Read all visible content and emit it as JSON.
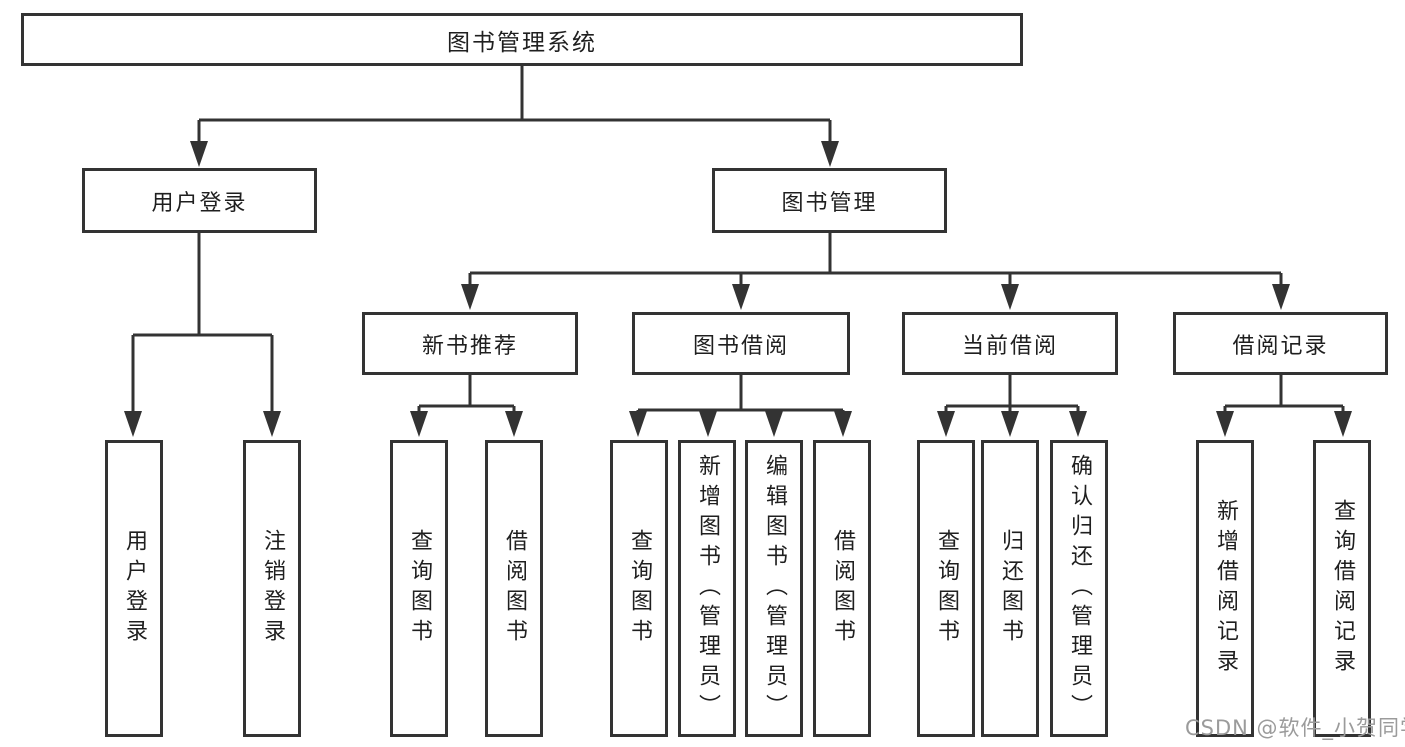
{
  "diagram": {
    "type": "hierarchy-tree",
    "orientation": "top-down",
    "colors": {
      "line": "#333333",
      "border": "#333333",
      "text": "#1f1f1f",
      "background": "#ffffff",
      "watermark_text": "#9b9b9b"
    }
  },
  "tree": {
    "label": "图书管理系统",
    "children": [
      {
        "label": "用户登录",
        "children": [
          {
            "label": "用户登录"
          },
          {
            "label": "注销登录"
          }
        ]
      },
      {
        "label": "图书管理",
        "children": [
          {
            "label": "新书推荐",
            "children": [
              {
                "label": "查询图书"
              },
              {
                "label": "借阅图书"
              }
            ]
          },
          {
            "label": "图书借阅",
            "children": [
              {
                "label": "查询图书"
              },
              {
                "label": "新增图书（管理员）"
              },
              {
                "label": "编辑图书（管理员）"
              },
              {
                "label": "借阅图书"
              }
            ]
          },
          {
            "label": "当前借阅",
            "children": [
              {
                "label": "查询图书"
              },
              {
                "label": "归还图书"
              },
              {
                "label": "确认归还（管理员）"
              }
            ]
          },
          {
            "label": "借阅记录",
            "children": [
              {
                "label": "新增借阅记录"
              },
              {
                "label": "查询借阅记录"
              }
            ]
          }
        ]
      }
    ]
  },
  "watermark": {
    "text": "CSDN @软件_小贺同学"
  }
}
